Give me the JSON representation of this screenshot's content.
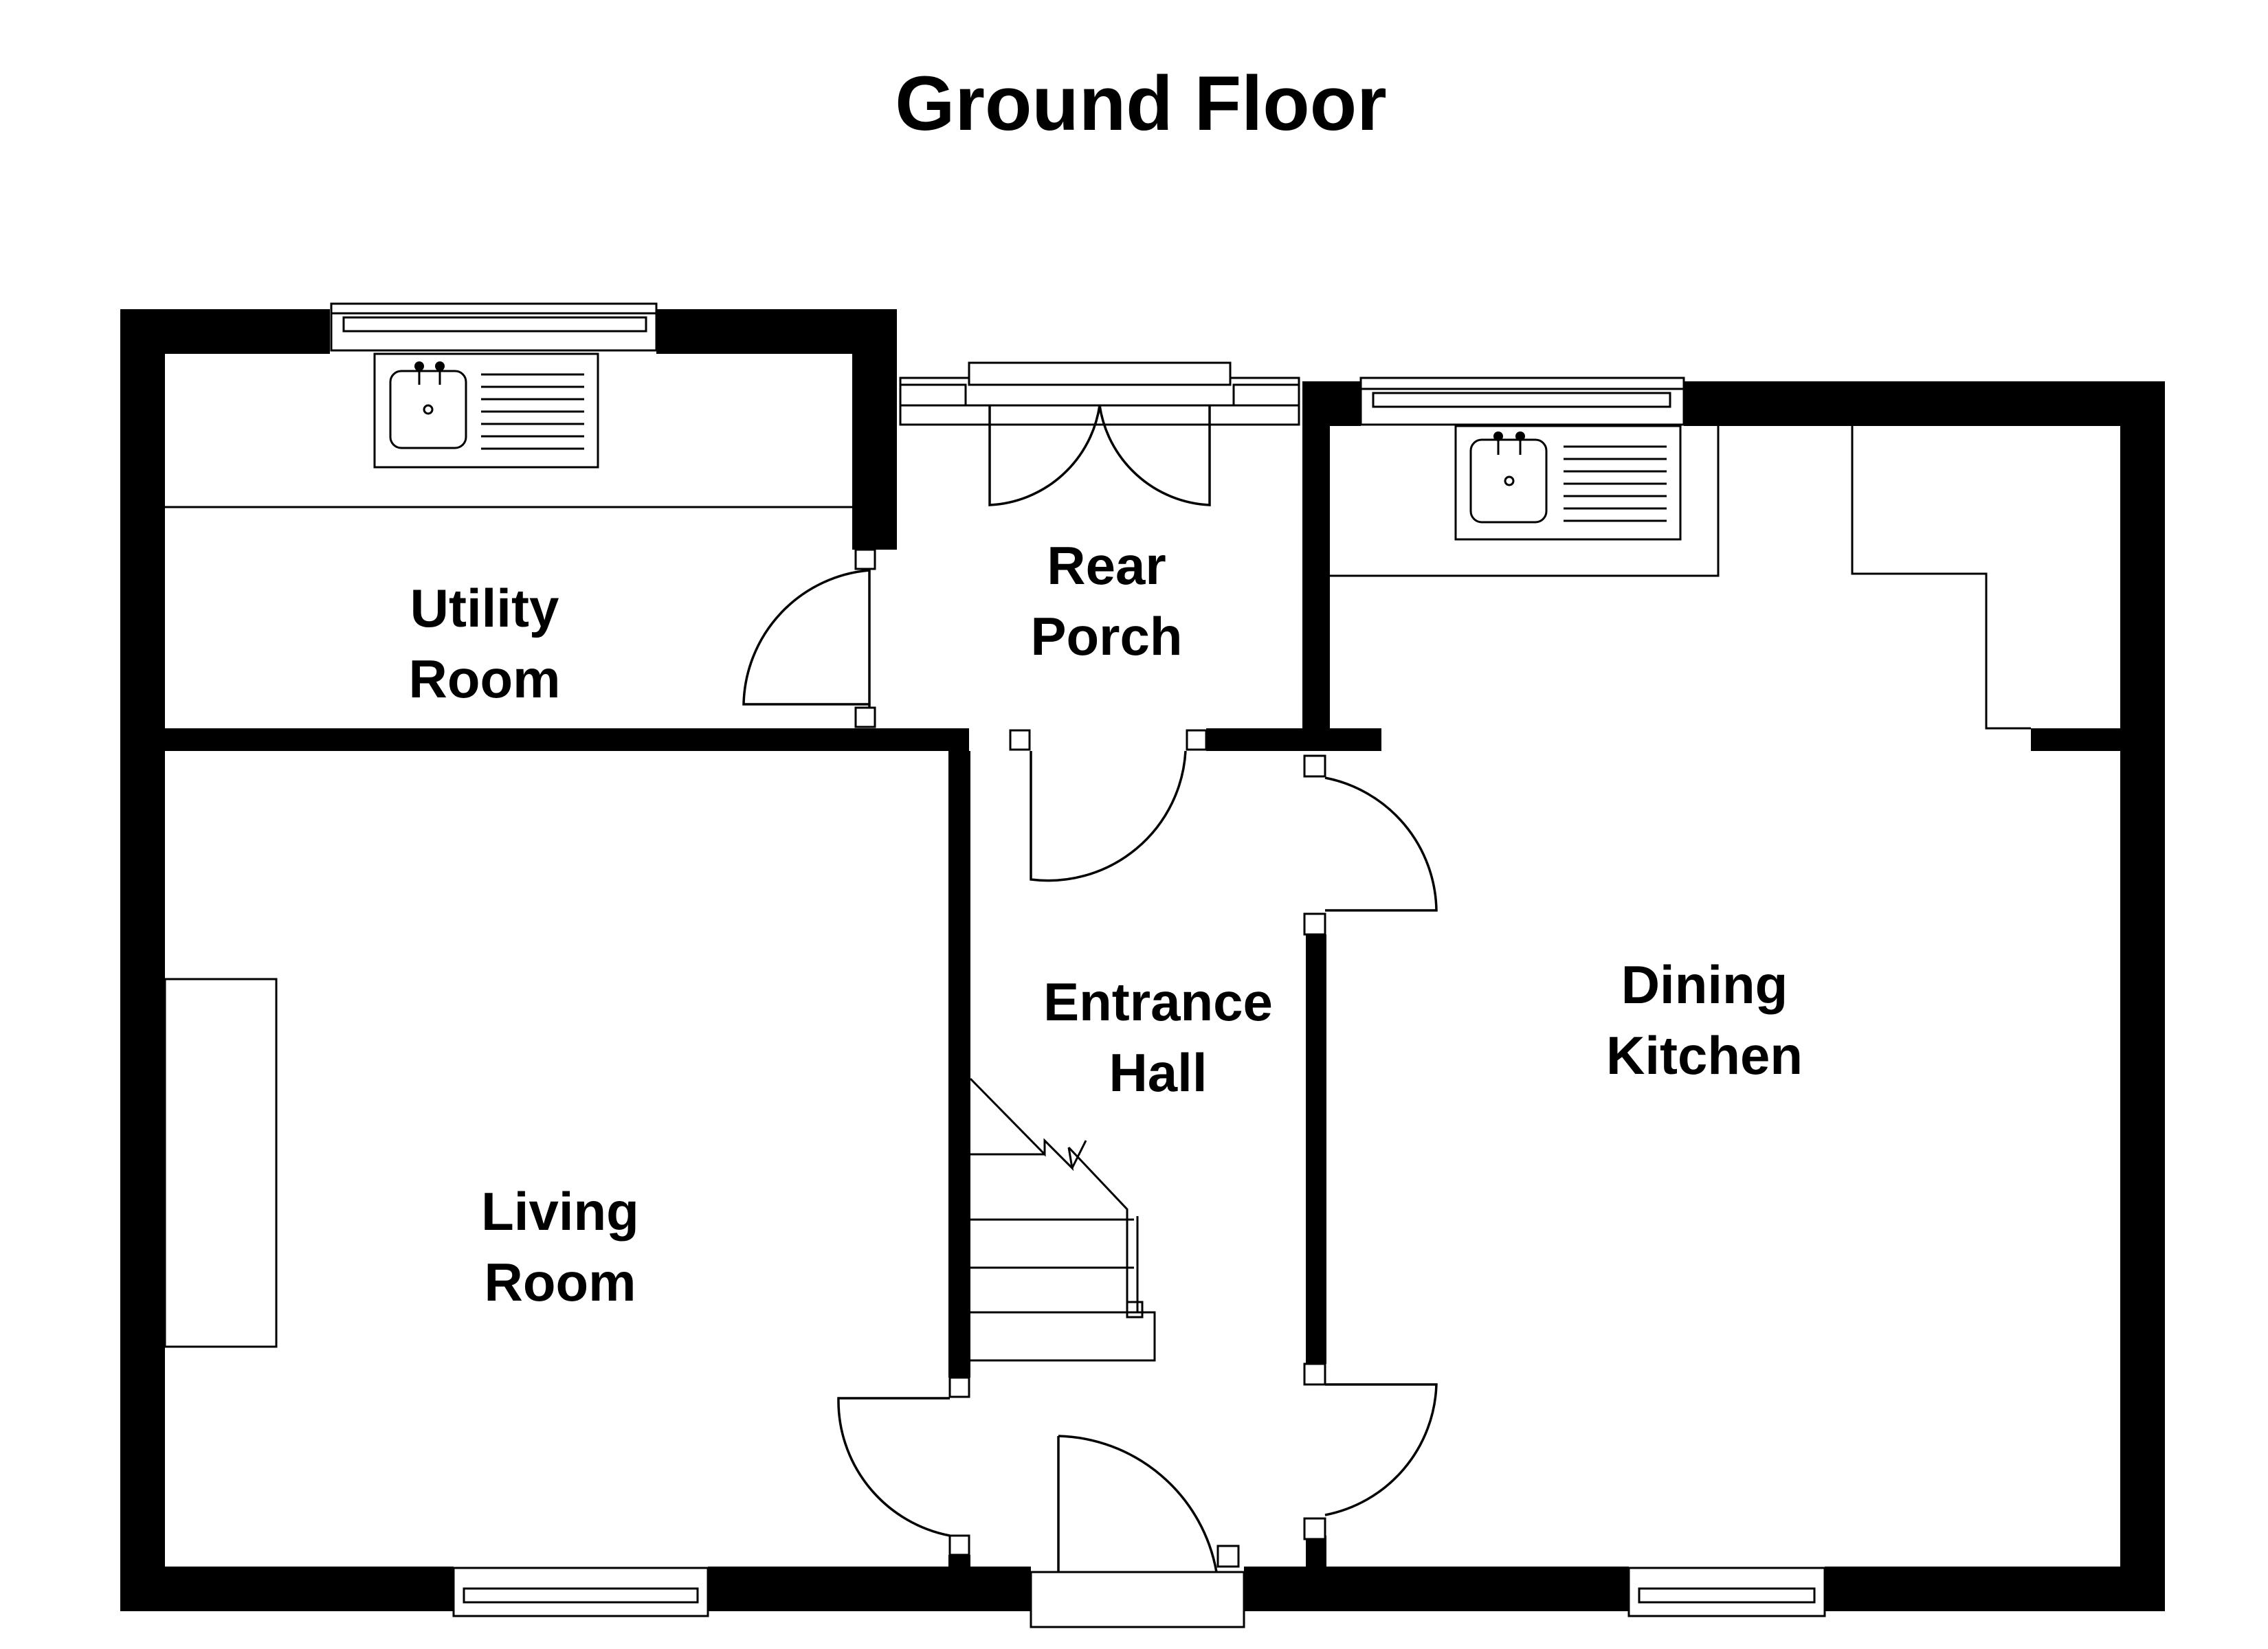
{
  "title": "Ground Floor",
  "rooms": {
    "utility": {
      "line1": "Utility",
      "line2": "Room"
    },
    "rear_porch": {
      "line1": "Rear",
      "line2": "Porch"
    },
    "entrance_hall": {
      "line1": "Entrance",
      "line2": "Hall"
    },
    "dining_kitchen": {
      "line1": "Dining",
      "line2": "Kitchen"
    },
    "living": {
      "line1": "Living",
      "line2": "Room"
    }
  }
}
